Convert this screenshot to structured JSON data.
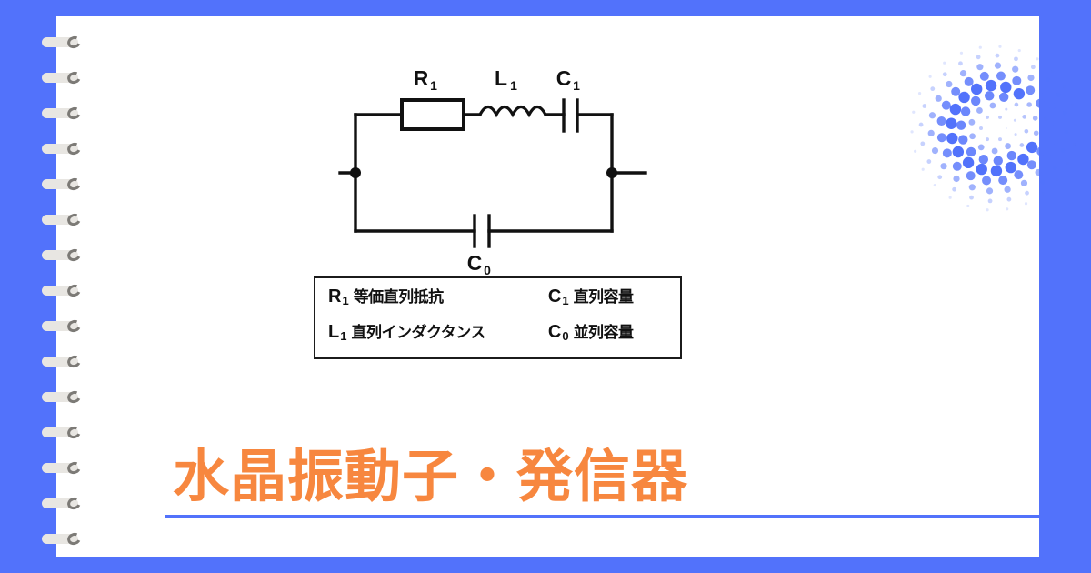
{
  "theme": {
    "background_blue": "#5272fb",
    "page_white": "#ffffff",
    "title_orange": "#f7873f",
    "line_black": "#1b1b1b",
    "ring_bar_grey": "#e8e6e2",
    "ring_hook_grey": "#7c7a76",
    "halftone_blue": "#5272fb"
  },
  "title": {
    "text": "水晶振動子・発信器"
  },
  "circuit": {
    "name": "crystal-resonator-equivalent-circuit",
    "components": [
      {
        "id": "R1",
        "symbol": "R",
        "subscript": "1",
        "type": "resistor",
        "branch": "series"
      },
      {
        "id": "L1",
        "symbol": "L",
        "subscript": "1",
        "type": "inductor",
        "branch": "series"
      },
      {
        "id": "C1",
        "symbol": "C",
        "subscript": "1",
        "type": "capacitor",
        "branch": "series"
      },
      {
        "id": "C0",
        "symbol": "C",
        "subscript": "0",
        "type": "capacitor",
        "branch": "parallel"
      }
    ],
    "labels": {
      "r1": "R",
      "r1_sub": "1",
      "l1": "L",
      "l1_sub": "1",
      "c1": "C",
      "c1_sub": "1",
      "c0": "C",
      "c0_sub": "0"
    }
  },
  "legend": {
    "rows": [
      {
        "left": {
          "symbol": "R",
          "subscript": "1",
          "description": "等価直列抵抗"
        },
        "right": {
          "symbol": "C",
          "subscript": "1",
          "description": "直列容量"
        }
      },
      {
        "left": {
          "symbol": "L",
          "subscript": "1",
          "description": "直列インダクタンス"
        },
        "right": {
          "symbol": "C",
          "subscript": "0",
          "description": "並列容量"
        }
      }
    ]
  },
  "decoration": {
    "spiral_ring_count": 15,
    "halftone_label": "halftone-dot-cluster"
  }
}
